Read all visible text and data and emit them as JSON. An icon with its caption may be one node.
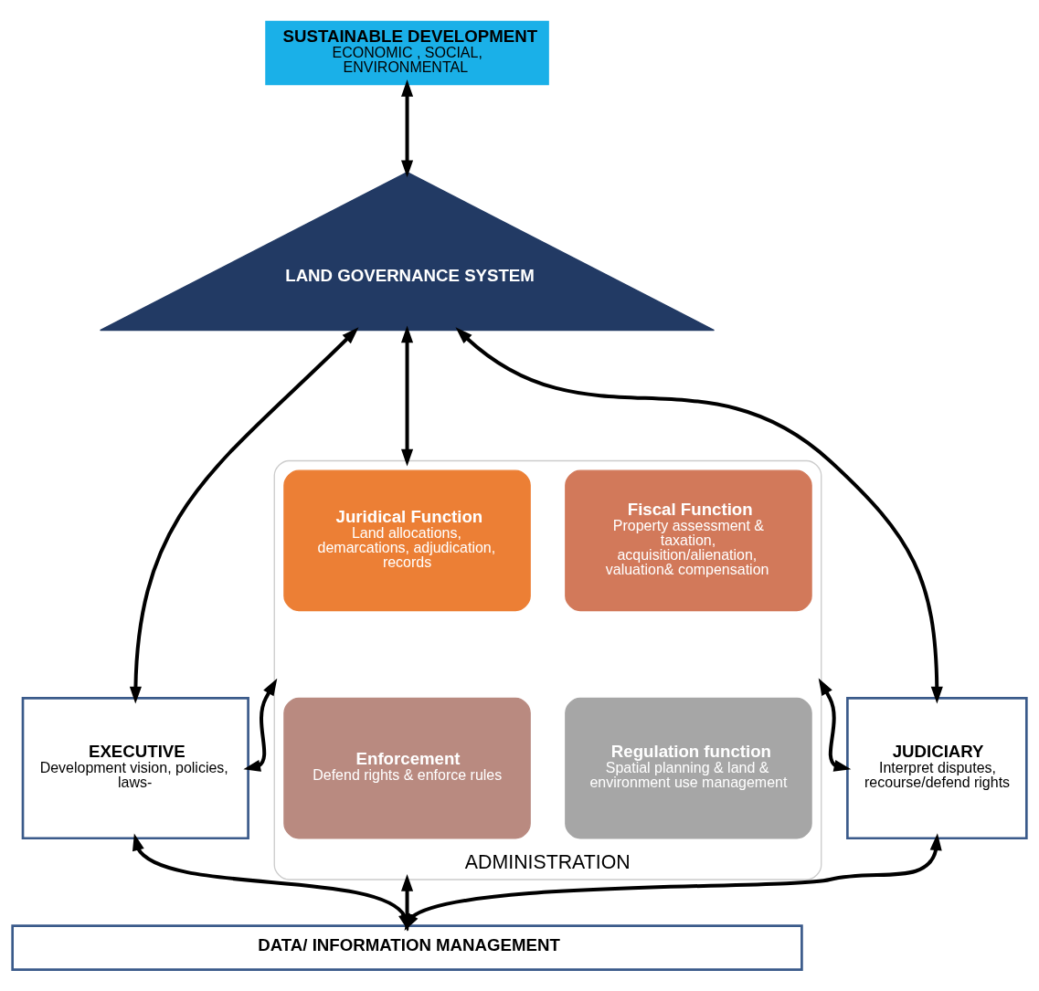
{
  "diagram": {
    "nodes": [
      {
        "text": [
          "SUSTAINABLE DEVELOPMENT",
          "ECONOMIC , SOCIAL, ENVIRONMENTAL"
        ]
      },
      {
        "text": [
          "LAND GOVERNANCE SYSTEM"
        ]
      },
      {
        "text": [
          "EXECUTIVE",
          "Development vision, policies, laws-"
        ]
      },
      {
        "text": [
          "ADMINISTRATION"
        ]
      },
      {
        "text": [
          "Juridical Function",
          "Land allocations, demarcations, adjudication, records"
        ],
        "in": 3
      },
      {
        "text": [
          "Fiscal Function",
          "Property assessment & taxation, acquisition/alienation, valuation& compensation"
        ],
        "in": 3
      },
      {
        "text": [
          "Enforcement",
          "Defend rights & enforce rules"
        ],
        "in": 3
      },
      {
        "text": [
          "Regulation function",
          "Spatial planning & land & environment use management"
        ],
        "in": 3
      },
      {
        "text": [
          "JUDICIARY",
          "Interpret disputes, recourse/defend rights"
        ]
      },
      {
        "text": [
          "DATA/ INFORMATION MANAGEMENT"
        ]
      }
    ],
    "edges": [
      {
        "from": 0,
        "to": 1,
        "arrow": "both"
      },
      {
        "from": 1,
        "to": 2,
        "arrow": "both"
      },
      {
        "from": 1,
        "to": 3,
        "arrow": "both"
      },
      {
        "from": 1,
        "to": 8,
        "arrow": "both"
      },
      {
        "from": 2,
        "to": 3,
        "arrow": "both"
      },
      {
        "from": 3,
        "to": 8,
        "arrow": "both"
      },
      {
        "from": 2,
        "to": 9,
        "arrow": "both"
      },
      {
        "from": 3,
        "to": 9,
        "arrow": "both"
      },
      {
        "from": 8,
        "to": 9,
        "arrow": "both"
      }
    ]
  }
}
